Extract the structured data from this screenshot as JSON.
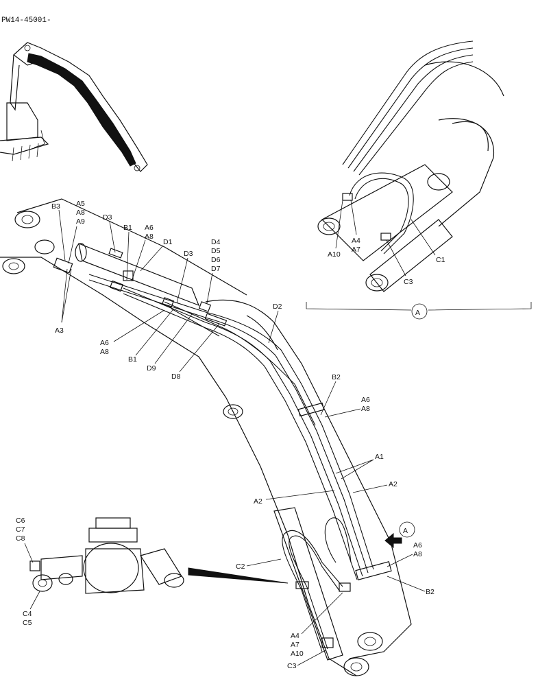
{
  "drawing_ref": "PW14-45001-",
  "detail_marker": "A",
  "labels": {
    "A1": "A1",
    "A2": "A2",
    "A3": "A3",
    "A4": "A4",
    "A5": "A5",
    "A6": "A6",
    "A7": "A7",
    "A8": "A8",
    "A9": "A9",
    "A10": "A10",
    "B1": "B1",
    "B2": "B2",
    "B3": "B3",
    "C1": "C1",
    "C2": "C2",
    "C3": "C3",
    "C4": "C4",
    "C5": "C5",
    "C6": "C6",
    "C7": "C7",
    "C8": "C8",
    "D1": "D1",
    "D2": "D2",
    "D3": "D3",
    "D4": "D4",
    "D5": "D5",
    "D6": "D6",
    "D7": "D7",
    "D8": "D8",
    "D9": "D9"
  }
}
